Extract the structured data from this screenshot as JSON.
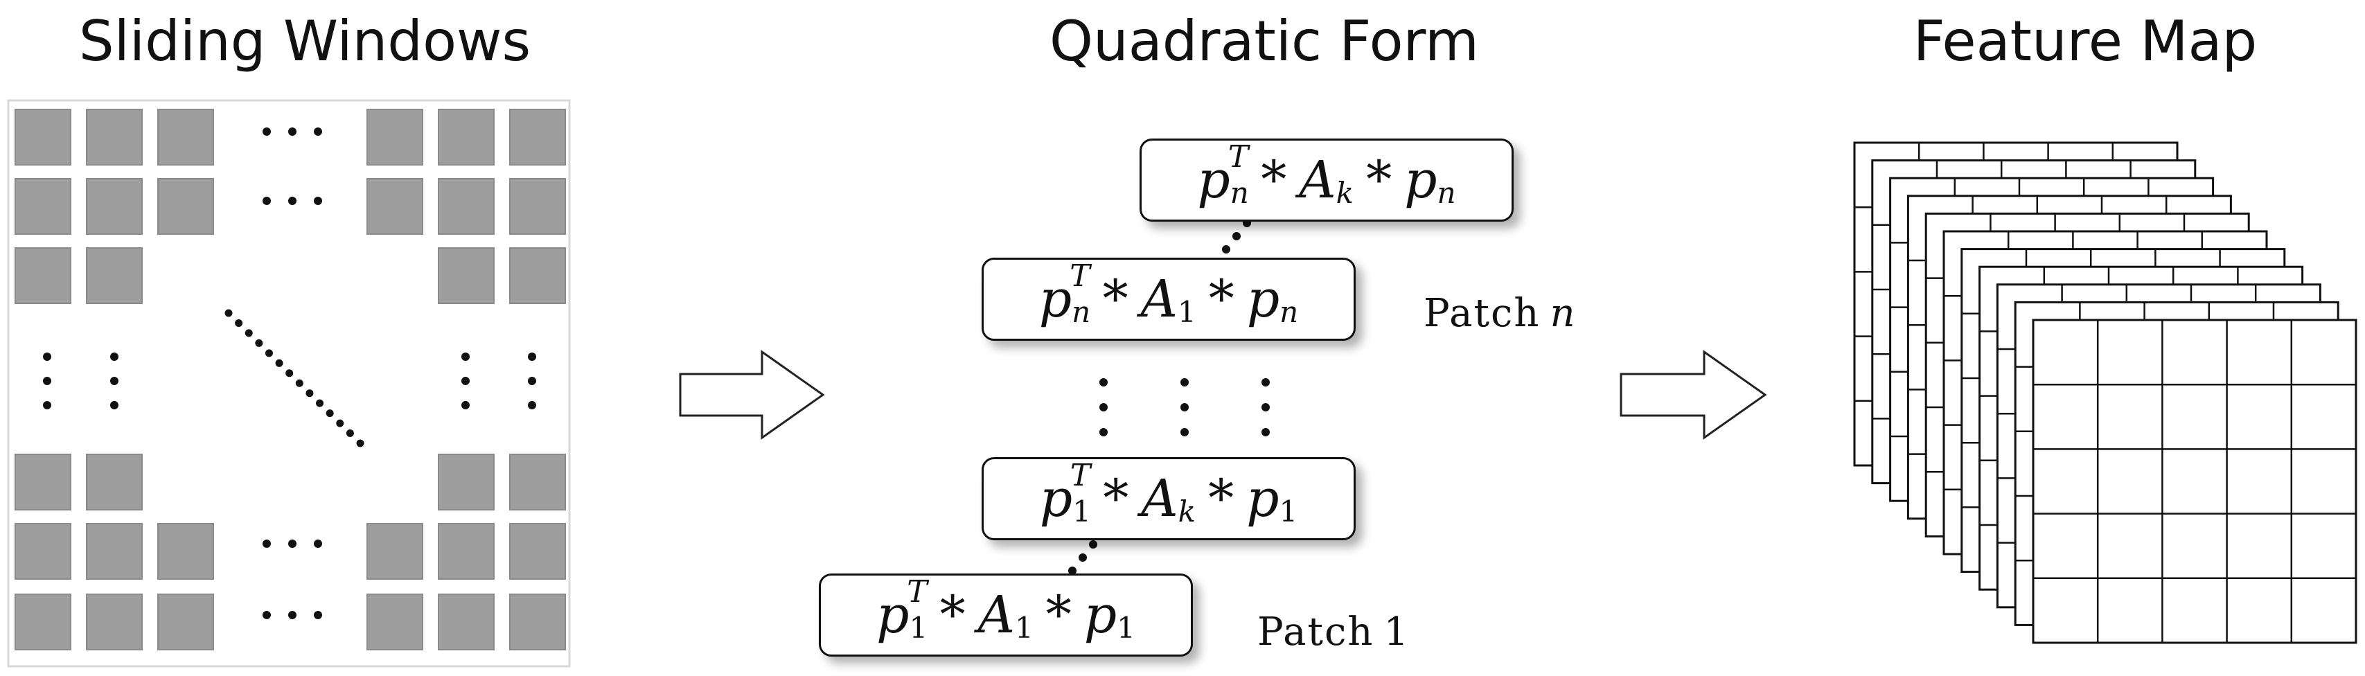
{
  "panels": {
    "sliding": {
      "title": "Sliding Windows"
    },
    "quadratic": {
      "title": "Quadratic Form"
    },
    "feature": {
      "title": "Feature Map"
    }
  },
  "formulas": {
    "top": {
      "p": "p",
      "sup": "T",
      "p_sub": "n",
      "mat": "A",
      "mat_sub": "k",
      "op": "*",
      "q": "p",
      "q_sub": "n"
    },
    "upper": {
      "p": "p",
      "sup": "T",
      "p_sub": "n",
      "mat": "A",
      "mat_sub": "1",
      "op": "*",
      "q": "p",
      "q_sub": "n"
    },
    "lower": {
      "p": "p",
      "sup": "T",
      "p_sub": "1",
      "mat": "A",
      "mat_sub": "k",
      "op": "*",
      "q": "p",
      "q_sub": "1"
    },
    "bottom": {
      "p": "p",
      "sup": "T",
      "p_sub": "1",
      "mat": "A",
      "mat_sub": "1",
      "op": "*",
      "q": "p",
      "q_sub": "1"
    }
  },
  "patch_labels": {
    "patch_n": {
      "word": "Patch",
      "index": "n"
    },
    "patch_1": {
      "word": "Patch",
      "index": "1"
    }
  },
  "colors": {
    "cell_fill": "#9e9e9e",
    "cell_stroke": "#8a8a8a",
    "ink": "#111111",
    "background": "#ffffff"
  },
  "icons": {
    "arrow": "hollow-right-arrow",
    "ellipsis": "dot-ellipsis"
  }
}
